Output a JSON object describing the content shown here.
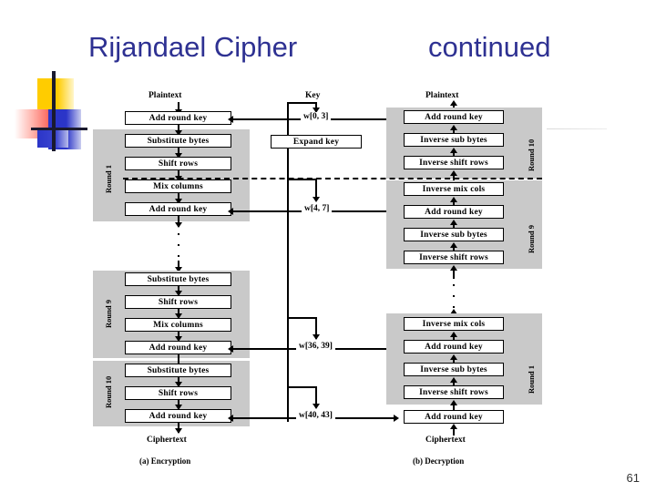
{
  "slide": {
    "title_main": "Rijandael Cipher",
    "title_continued": "continued",
    "page_number": "61",
    "accent_color": "#2e3192",
    "band_color": "#c9c9c9"
  },
  "diagram": {
    "encryption": {
      "caption": "(a) Encryption",
      "input_label": "Plaintext",
      "output_label": "Ciphertext",
      "pre_round_box": "Add round key",
      "round1_label": "Round 1",
      "round1_steps": [
        "Substitute bytes",
        "Shift rows",
        "Mix columns",
        "Add round key"
      ],
      "round9_label": "Round 9",
      "round9_steps": [
        "Substitute bytes",
        "Shift rows",
        "Mix columns",
        "Add round key"
      ],
      "round10_label": "Round 10",
      "round10_steps": [
        "Substitute bytes",
        "Shift rows",
        "Add round key"
      ]
    },
    "key_schedule": {
      "input_label": "Key",
      "expand_box": "Expand key",
      "words": [
        "w[0, 3]",
        "w[4, 7]",
        "w[36, 39]",
        "w[40, 43]"
      ]
    },
    "decryption": {
      "caption": "(b) Decryption",
      "input_label": "Ciphertext",
      "output_label": "Plaintext",
      "pre_round_box": "Add round key",
      "round10_label": "Round 10",
      "round10_steps": [
        "Add round key",
        "Inverse sub bytes",
        "Inverse shift rows"
      ],
      "round9_label": "Round 9",
      "round9_steps": [
        "Inverse mix cols",
        "Add round key",
        "Inverse sub bytes",
        "Inverse shift rows"
      ],
      "round1_label": "Round 1",
      "round1_steps": [
        "Inverse mix cols",
        "Add round key",
        "Inverse sub bytes",
        "Inverse shift rows"
      ]
    }
  }
}
